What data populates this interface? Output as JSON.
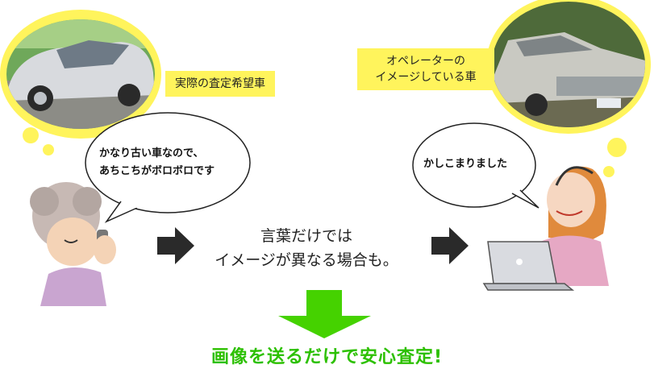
{
  "labels": {
    "actual_car": "実際の査定希望車",
    "operator_image_line1": "オペレーターの",
    "operator_image_line2": "イメージしている車"
  },
  "speech": {
    "customer_line1": "かなり古い車なので、",
    "customer_line2": "あちこちがボロボロです",
    "operator": "かしこまりました"
  },
  "center_text": {
    "line1": "言葉だけでは",
    "line2": "イメージが異なる場合も。"
  },
  "cta": "画像を送るだけで安心査定!",
  "colors": {
    "thought_bubble": "#fff45c",
    "arrow_dark": "#2a2a2a",
    "arrow_green": "#45d200",
    "cta_text": "#2cc000"
  },
  "icons": [
    "silver-car-photo",
    "old-car-photo",
    "elderly-woman-phone",
    "operator-headset",
    "laptop"
  ]
}
